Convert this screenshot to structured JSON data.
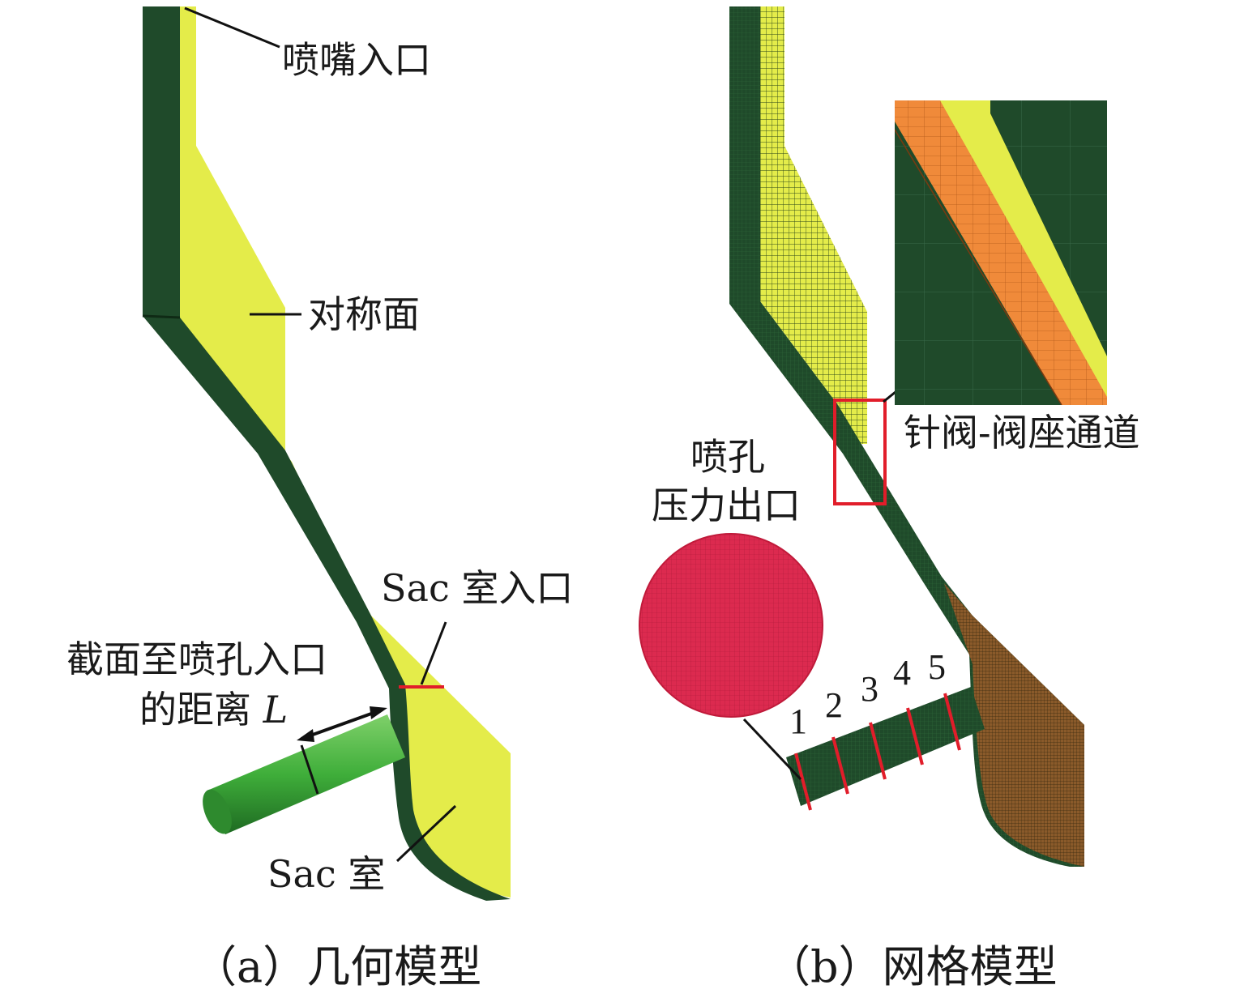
{
  "colors": {
    "dark_green": "#1f4a2a",
    "symmetry_yellow": "#e4ec4a",
    "hole_green": "#3fae3a",
    "outlet_red": "#dc2a4f",
    "mesh_orange": "#f08a3a",
    "sac_brown": "#8a5a2a",
    "marker_red": "#e11d2a"
  },
  "panel_a": {
    "caption": "（a）几何模型",
    "labels": {
      "nozzle_inlet": "喷嘴入口",
      "symmetry_plane": "对称面",
      "sac_inlet": "Sac 室入口",
      "distance_line1": "截面至喷孔入口",
      "distance_line2_prefix": "的距离",
      "distance_symbol": "L",
      "sac_chamber": "Sac 室"
    }
  },
  "panel_b": {
    "caption": "（b）网格模型",
    "labels": {
      "hole_outlet_line1": "喷孔",
      "hole_outlet_line2": "压力出口",
      "needle_seat_passage": "针阀-阀座通道"
    },
    "section_numbers": [
      "1",
      "2",
      "3",
      "4",
      "5"
    ]
  }
}
